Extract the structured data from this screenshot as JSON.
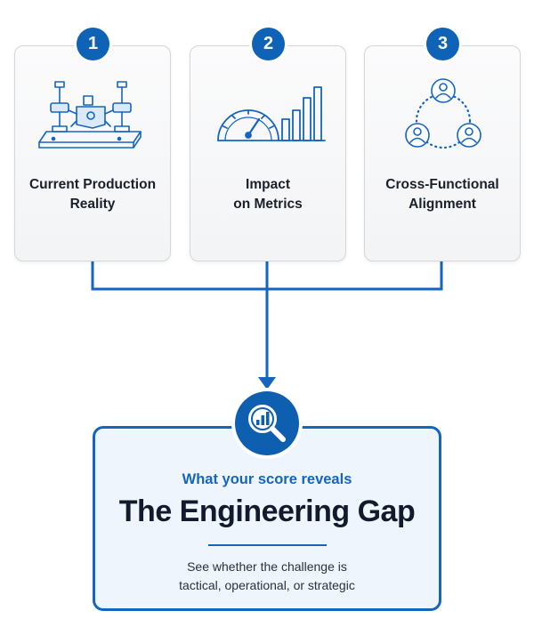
{
  "steps": [
    {
      "number": "1",
      "title_line1": "Current Production",
      "title_line2": "Reality",
      "icon": "factory-machine-icon"
    },
    {
      "number": "2",
      "title_line1": "Impact",
      "title_line2": "on Metrics",
      "icon": "gauge-bar-chart-icon"
    },
    {
      "number": "3",
      "title_line1": "Cross-Functional",
      "title_line2": "Alignment",
      "icon": "team-network-icon"
    }
  ],
  "result": {
    "icon": "magnifier-chart-icon",
    "kicker": "What your score reveals",
    "headline": "The Engineering Gap",
    "desc_line1": "See whether the challenge is",
    "desc_line2": "tactical, operational, or strategic"
  },
  "colors": {
    "primary": "#1565bf",
    "badge": "#0f63b6",
    "card_border": "#d3d6da",
    "result_bg": "#eef5fc",
    "text_dark": "#1a1f2b"
  }
}
